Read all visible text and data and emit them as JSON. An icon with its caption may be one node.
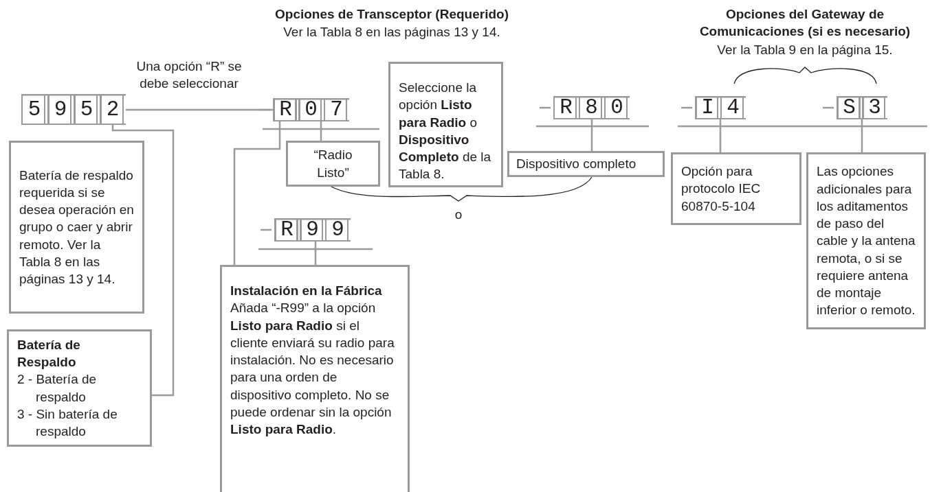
{
  "diagram": {
    "nodes": [
      {
        "text": [
          "5952"
        ]
      },
      {
        "text": [
          "R07"
        ]
      },
      {
        "text": [
          "Seleccione la opción **Listo para Radio** o **Dispositivo Completo** de la Tabla 8."
        ]
      },
      {
        "text": [
          "R80"
        ]
      },
      {
        "text": [
          "I4"
        ]
      },
      {
        "text": [
          "S3"
        ]
      },
      {
        "text": [
          "Batería de respaldo requerida si se desea operación en grupo o caer y abrir remoto. Ver la Tabla 8 en las páginas 13 y 14."
        ]
      },
      {
        "text": [
          "“Radio Listo”"
        ]
      },
      {
        "text": [
          "Dispositivo completo"
        ]
      },
      {
        "text": [
          "Opción para protocolo IEC 60870-5-104"
        ]
      },
      {
        "text": [
          "Las opciones adicionales para los aditamentos de paso del cable y la antena remota, o si se requiere antena de montaje inferior o remoto."
        ]
      },
      {
        "text": [
          "R99"
        ]
      },
      {
        "text": [
          "Instalación en la Fábrica",
          "Añada “-R99” a la opción **Listo para Radio** si el cliente enviará su radio para instalación. No es necesario para una orden de dispositivo completo. No se puede ordenar sin la opción **Listo para Radio**."
        ]
      },
      {
        "text": [
          "Batería de Respaldo",
          "2 - Batería de respaldo",
          "3 - Sin batería de respaldo"
        ]
      }
    ],
    "edges": [
      {
        "from": 0,
        "to": 1,
        "arrow": "none"
      },
      {
        "from": 0,
        "to": 13,
        "arrow": "none"
      },
      {
        "from": 1,
        "to": 7,
        "arrow": "none"
      },
      {
        "from": 1,
        "to": 12,
        "arrow": "none"
      },
      {
        "from": 3,
        "to": 8,
        "arrow": "none"
      },
      {
        "from": 4,
        "to": 9,
        "arrow": "none"
      },
      {
        "from": 5,
        "to": 10,
        "arrow": "none"
      },
      {
        "from": 11,
        "to": 12,
        "arrow": "none"
      }
    ],
    "labels": [
      "Opciones de Transceptor (Requerido)",
      "Ver la Tabla 8 en las páginas 13 y 14.",
      "Opciones del Gateway de Comunicaciones (si es necesario)",
      "Ver la Tabla 9 en la página 15.",
      "Una opción “R” se debe seleccionar",
      "o"
    ]
  }
}
